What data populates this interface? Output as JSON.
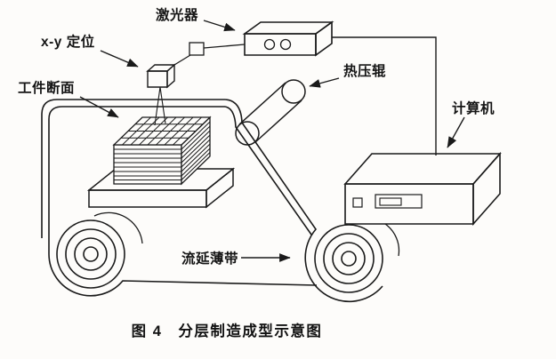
{
  "figure": {
    "caption": "图 4　分层制造成型示意图",
    "labels": {
      "laser": "激光器",
      "xy_positioner": "x-y 定位",
      "workpiece_section": "工件断面",
      "hot_roller": "热压辊",
      "computer": "计算机",
      "cast_tape": "流延薄带"
    },
    "colors": {
      "ink": "#1a1a1a",
      "paper": "#fdfcfa"
    }
  }
}
